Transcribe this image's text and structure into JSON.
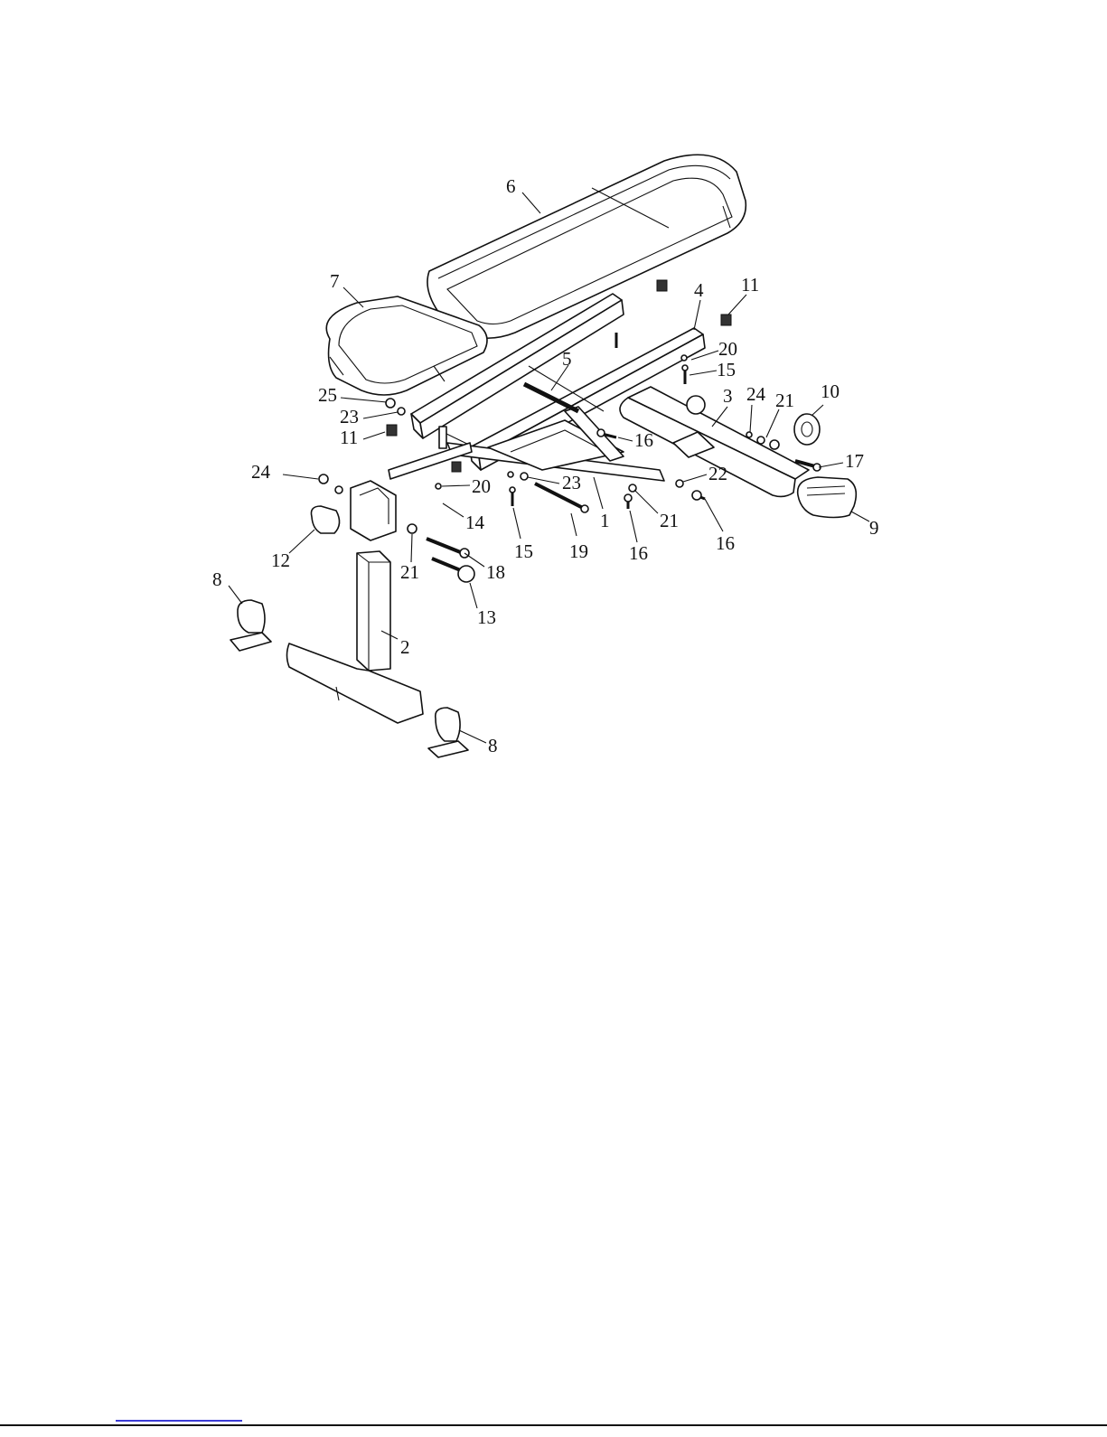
{
  "diagram": {
    "labels": [
      "1",
      "2",
      "3",
      "4",
      "5",
      "6",
      "7",
      "8",
      "8",
      "9",
      "10",
      "11",
      "11",
      "12",
      "13",
      "14",
      "15",
      "15",
      "16",
      "16",
      "16",
      "17",
      "18",
      "19",
      "20",
      "20",
      "21",
      "21",
      "21",
      "22",
      "23",
      "23",
      "24",
      "24",
      "25"
    ]
  },
  "colors": {
    "line": "#111111",
    "background": "#ffffff",
    "footer_link": "#3b3bd6"
  }
}
